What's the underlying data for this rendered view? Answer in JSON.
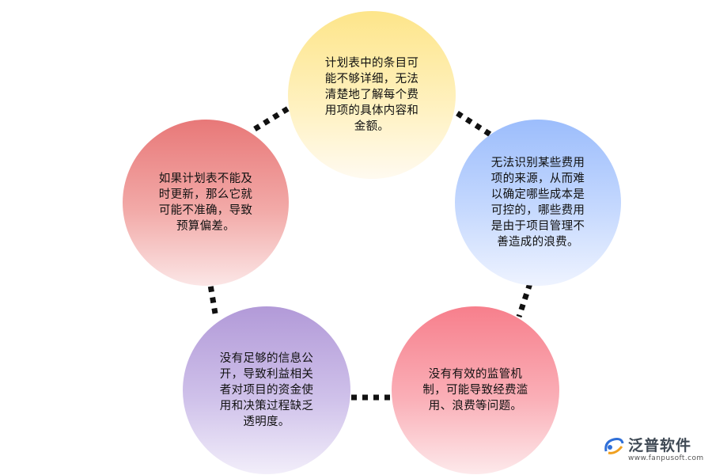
{
  "nodes": [
    {
      "id": "n1",
      "text": "计划表中的条目可能不够详细，无法清楚地了解每个费用项的具体内容和金额。"
    },
    {
      "id": "n2",
      "text": "无法识别某些费用项的来源，从而难以确定哪些成本是可控的，哪些费用是由于项目管理不善造成的浪费。"
    },
    {
      "id": "n3",
      "text": "如果计划表不能及时更新，那么它就可能不准确，导致预算偏差。"
    },
    {
      "id": "n4",
      "text": "没有足够的信息公开，导致利益相关者对项目的资金使用和决策过程缺乏透明度。"
    },
    {
      "id": "n5",
      "text": "没有有效的监管机制，可能导致经费滥用、浪费等问题。"
    }
  ],
  "logo": {
    "brand": "泛普软件",
    "url": "www.fanpusoft.com"
  }
}
